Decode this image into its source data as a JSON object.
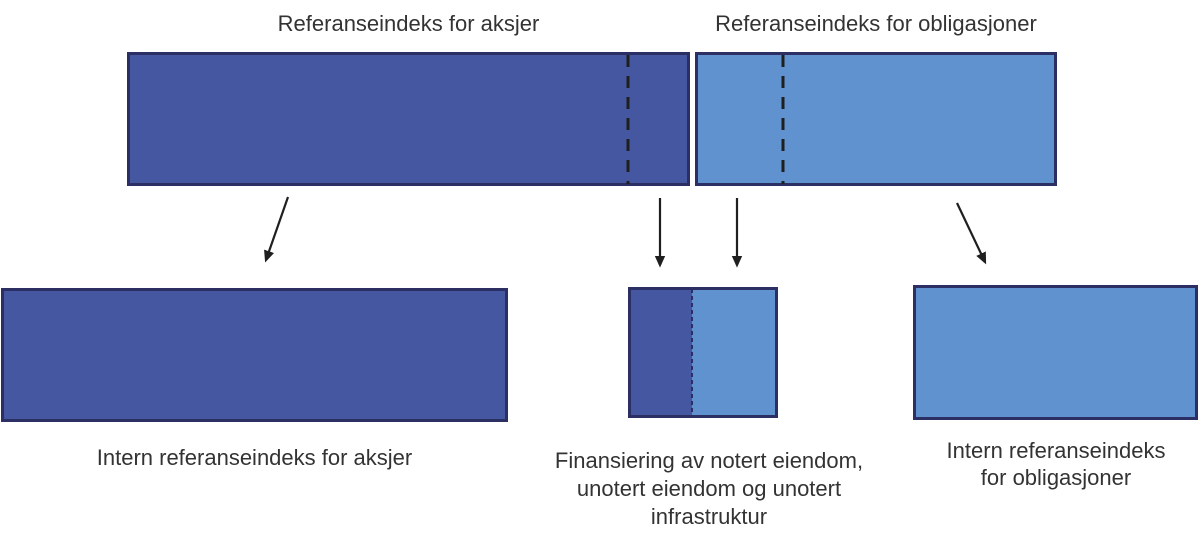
{
  "colors": {
    "equities_fill": "#4457A0",
    "bonds_fill": "#5F92CE",
    "box_border": "#2B2F63",
    "text": "#333333",
    "arrow": "#1F1F1F"
  },
  "top": {
    "equities_title": "Referanseindeks for aksjer",
    "bonds_title": "Referanseindeks for obligasjoner"
  },
  "bottom": {
    "equities_label": "Intern referanseindeks for aksjer",
    "funding_label": "Finansiering av notert eiendom, unotert eiendom og unotert infrastruktur",
    "bonds_label": "Intern referanseindeks for obligasjoner"
  }
}
